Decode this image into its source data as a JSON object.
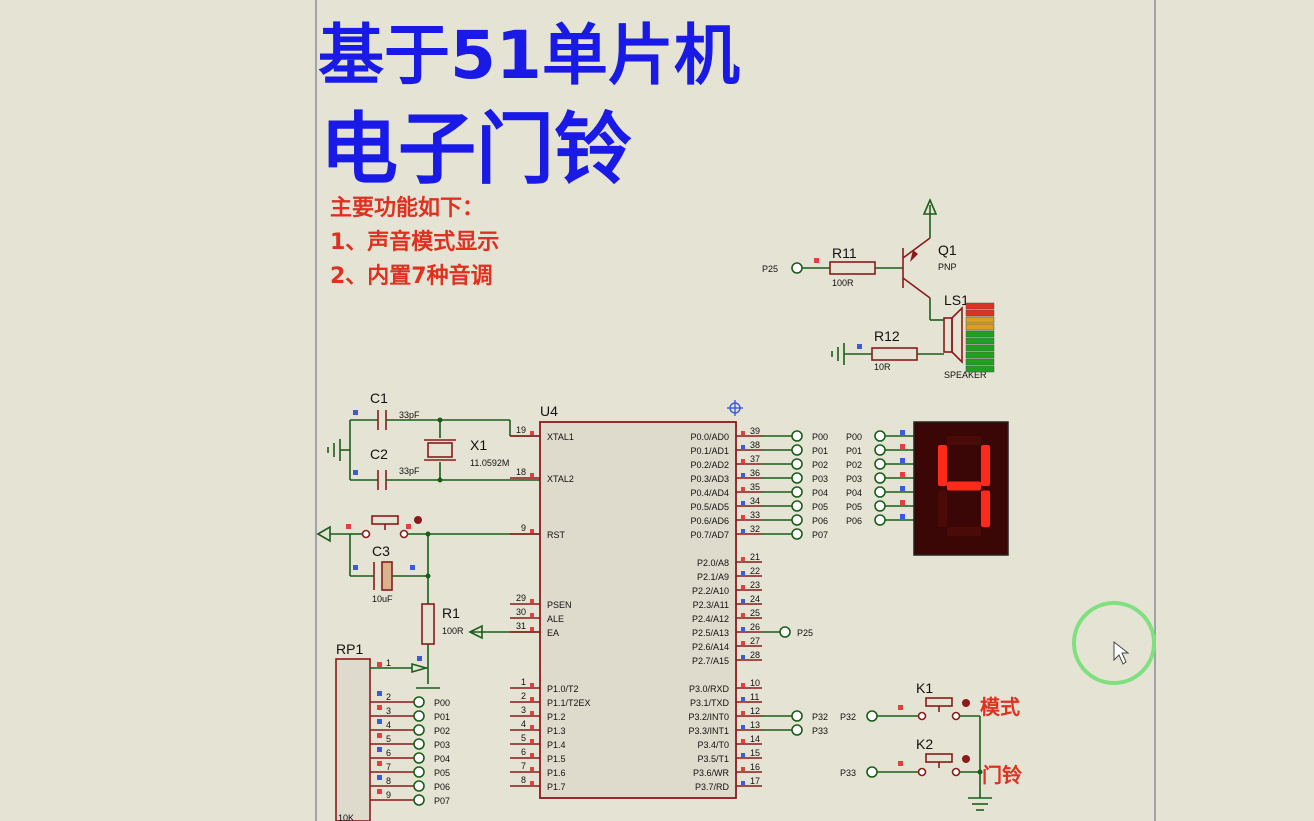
{
  "title": {
    "line1": "基于51单片机",
    "line2": "电子门铃"
  },
  "features": {
    "heading": "主要功能如下：",
    "items": [
      "1、声音模式显示",
      "2、内置7种音调"
    ]
  },
  "components": {
    "u4": "U4",
    "c1": "C1",
    "c1_val": "33pF",
    "c2": "C2",
    "c2_val": "33pF",
    "c3": "C3",
    "c3_val": "10uF",
    "x1": "X1",
    "x1_val": "11.0592M",
    "r1": "R1",
    "r1_val": "100R",
    "r11": "R11",
    "r11_val": "100R",
    "r12": "R12",
    "r12_val": "10R",
    "q1": "Q1",
    "q1_type": "PNP",
    "ls1": "LS1",
    "ls1_type": "SPEAKER",
    "rp1": "RP1",
    "rp1_val": "10K",
    "k1": "K1",
    "k1_label": "模式",
    "k2": "K2",
    "k2_label": "门铃",
    "p25_term": "P25",
    "p32_term": "P32",
    "p33_term": "P33"
  },
  "chip": {
    "left_pins": [
      {
        "num": "19",
        "name": "XTAL1"
      },
      {
        "num": "18",
        "name": "XTAL2"
      },
      {
        "num": "9",
        "name": "RST"
      },
      {
        "num": "29",
        "name": "PSEN"
      },
      {
        "num": "30",
        "name": "ALE"
      },
      {
        "num": "31",
        "name": "EA"
      },
      {
        "num": "1",
        "name": "P1.0/T2"
      },
      {
        "num": "2",
        "name": "P1.1/T2EX"
      },
      {
        "num": "3",
        "name": "P1.2"
      },
      {
        "num": "4",
        "name": "P1.3"
      },
      {
        "num": "5",
        "name": "P1.4"
      },
      {
        "num": "6",
        "name": "P1.5"
      },
      {
        "num": "7",
        "name": "P1.6"
      },
      {
        "num": "8",
        "name": "P1.7"
      }
    ],
    "right_p0": [
      {
        "num": "39",
        "name": "P0.0/AD0"
      },
      {
        "num": "38",
        "name": "P0.1/AD1"
      },
      {
        "num": "37",
        "name": "P0.2/AD2"
      },
      {
        "num": "36",
        "name": "P0.3/AD3"
      },
      {
        "num": "35",
        "name": "P0.4/AD4"
      },
      {
        "num": "34",
        "name": "P0.5/AD5"
      },
      {
        "num": "33",
        "name": "P0.6/AD6"
      },
      {
        "num": "32",
        "name": "P0.7/AD7"
      }
    ],
    "right_p2": [
      {
        "num": "21",
        "name": "P2.0/A8"
      },
      {
        "num": "22",
        "name": "P2.1/A9"
      },
      {
        "num": "23",
        "name": "P2.2/A10"
      },
      {
        "num": "24",
        "name": "P2.3/A11"
      },
      {
        "num": "25",
        "name": "P2.4/A12"
      },
      {
        "num": "26",
        "name": "P2.5/A13"
      },
      {
        "num": "27",
        "name": "P2.6/A14"
      },
      {
        "num": "28",
        "name": "P2.7/A15"
      }
    ],
    "right_p3": [
      {
        "num": "10",
        "name": "P3.0/RXD"
      },
      {
        "num": "11",
        "name": "P3.1/TXD"
      },
      {
        "num": "12",
        "name": "P3.2/INT0"
      },
      {
        "num": "13",
        "name": "P3.3/INT1"
      },
      {
        "num": "14",
        "name": "P3.4/T0"
      },
      {
        "num": "15",
        "name": "P3.5/T1"
      },
      {
        "num": "16",
        "name": "P3.6/WR"
      },
      {
        "num": "17",
        "name": "P3.7/RD"
      }
    ]
  },
  "p0_labels": [
    "P00",
    "P01",
    "P02",
    "P03",
    "P04",
    "P05",
    "P06",
    "P07"
  ],
  "seg_labels": [
    "P00",
    "P01",
    "P02",
    "P03",
    "P04",
    "P05",
    "P06"
  ],
  "rp_pins": [
    "1",
    "2",
    "3",
    "4",
    "5",
    "6",
    "7",
    "8",
    "9"
  ],
  "rp_labels": [
    "P00",
    "P01",
    "P02",
    "P03",
    "P04",
    "P05",
    "P06",
    "P07"
  ],
  "display": {
    "digit": "4",
    "color": "#ff2a1a",
    "off_color": "#4a0a08",
    "bg": "#3a0606"
  },
  "colors": {
    "wire": "#1a5e1a",
    "component": "#8b1a1a",
    "title": "#1a1ae6",
    "accent": "#e03020",
    "cursor_ring": "#7fe07f"
  }
}
